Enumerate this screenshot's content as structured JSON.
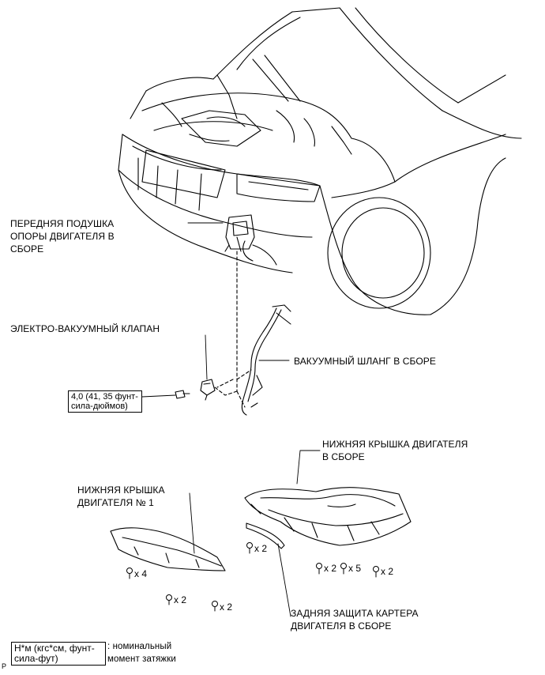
{
  "labels": {
    "front_mount": "ПЕРЕДНЯЯ ПОДУШКА\nОПОРЫ ДВИГАТЕЛЯ В\nСБОРЕ",
    "vsv": "ЭЛЕКТРО-ВАКУУМНЫЙ КЛАПАН",
    "vacuum_hose": "ВАКУУМНЫЙ ШЛАНГ В СБОРЕ",
    "engine_under_cover": "НИЖНЯЯ КРЫШКА ДВИГАТЕЛЯ\nВ СБОРЕ",
    "engine_under_cover_1": "НИЖНЯЯ КРЫШКА\nДВИГАТЕЛЯ № 1",
    "rear_oil_pan_guard": "ЗАДНЯЯ ЗАЩИТА КАРТЕРА\nДВИГАТЕЛЯ В СБОРЕ"
  },
  "torque_spec": "4,0 (41, 35 фунт-\nсила-дюймов)",
  "quantities": {
    "x4": "x 4",
    "x2_a": "x 2",
    "x2_b": "x 2",
    "x2_c": "x 2",
    "x2_d": "x 2",
    "x5": "x 5",
    "x2_e": "x 2"
  },
  "legend": {
    "unit_box": "Н*м (кгс*см, фунт-\nсила-фут)",
    "description": ": номинальный\nмомент затяжки"
  },
  "corner_mark": "P"
}
